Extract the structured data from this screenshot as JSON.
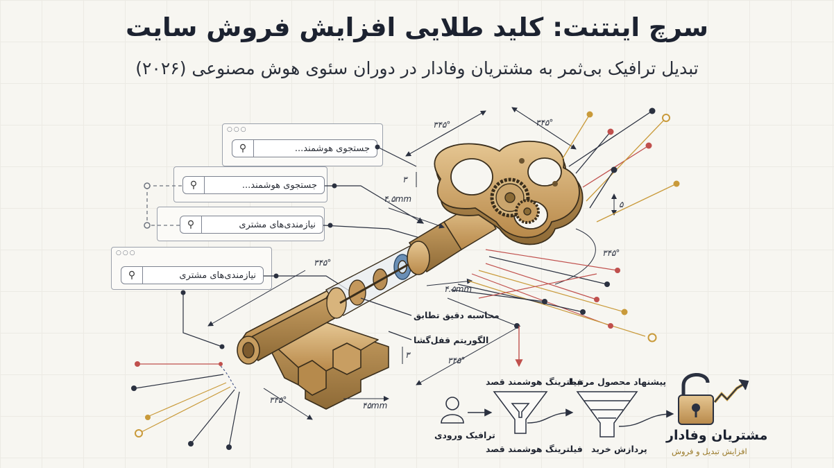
{
  "header": {
    "title": "سرچ اینتنت: کلید طلایی افزایش فروش سایت",
    "subtitle": "تبدیل ترافیک بی‌ثمر به مشتریان وفادار در دوران سئوی هوش مصنوعی (۲۰۲۶)"
  },
  "search_boxes": [
    {
      "text": "جستجوی هوشمند..."
    },
    {
      "text": "جستجوی هوشمند..."
    },
    {
      "text": "نیازمندی‌های مشتری"
    },
    {
      "text": "نیازمندی‌های مشتری"
    }
  ],
  "window_dots": "○○○",
  "key_labels": {
    "calc": "محاسبه دقیق تطابق",
    "algo": "الگوریتم قفل‌گشا"
  },
  "dimensions": {
    "d1": "۳۴۵°",
    "d2": "۳۴۵°",
    "d3": "۳",
    "d4": "۴.۵mm",
    "d5": "۵",
    "d6": "۳۴۵°",
    "d7": "۳۴۵°",
    "d8": "۴.۵mm",
    "d9": "۳",
    "d10": "۳۴۵°",
    "d11": "۳۴۵°",
    "d12": "۴۵mm"
  },
  "flow": {
    "traffic": "ترافیک ورودی",
    "filter_top": "فیلترینگ هوشمند قصد",
    "filter_bottom": "فیلترینگ هوشمند قصد",
    "suggest": "پیشنهاد محصول مرتبط",
    "process": "پردازش خرید",
    "loyal": "مشتریان وفادار",
    "loyal_sub": "افزایش تبدیل و فروش"
  },
  "colors": {
    "gold": "#d4b27a",
    "gold_dark": "#8a6a35",
    "red_line": "#c0504d",
    "blue_line": "#4a5a8a",
    "gold_line": "#c99a3a"
  }
}
